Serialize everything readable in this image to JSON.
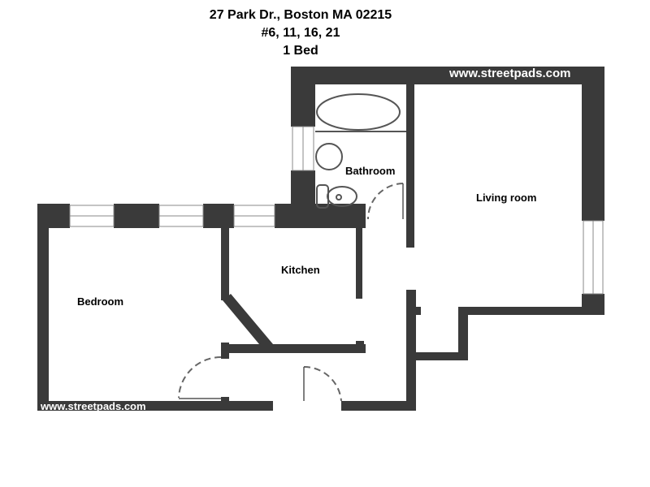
{
  "header": {
    "address": "27 Park Dr., Boston MA 02215",
    "units": "#6, 11, 16, 21",
    "bedrooms": "1 Bed"
  },
  "watermarks": {
    "top_right": "www.streetpads.com",
    "bottom_left": "www.streetpads.com"
  },
  "rooms": {
    "bathroom": "Bathroom",
    "living_room": "Living room",
    "kitchen": "Kitchen",
    "bedroom": "Bedroom"
  },
  "colors": {
    "wall": "#3a3a3a",
    "window": "#ffffff",
    "fixture_stroke": "#555555"
  }
}
